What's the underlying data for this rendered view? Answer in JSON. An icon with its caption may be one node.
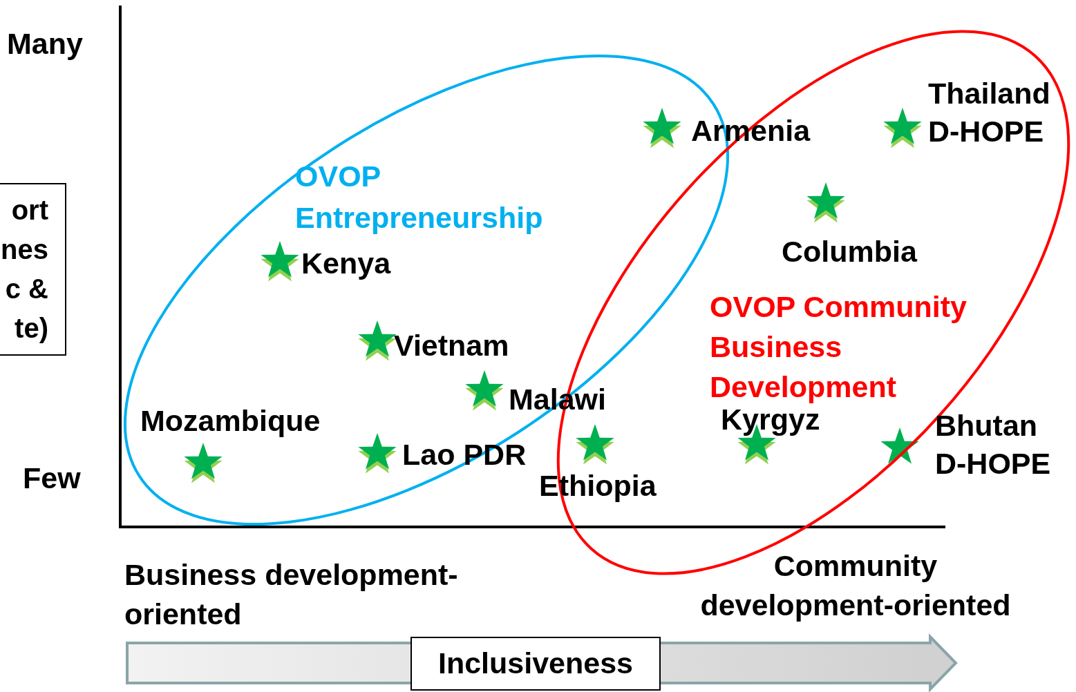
{
  "diagram": {
    "nodes": [
      {
        "text": [
          "ort nes c & te)"
        ]
      },
      {
        "text": [
          "OVOP Entrepreneurship"
        ]
      },
      {
        "text": [
          "OVOP Community Business Development"
        ]
      },
      {
        "text": [
          "Inclusiveness"
        ]
      }
    ],
    "edges": [],
    "labels": [
      "Many",
      "Thailand D-HOPE",
      "Armenia",
      "Columbia",
      "Kenya",
      "Vietnam",
      "Malawi",
      "Mozambique",
      "Kyrgyz",
      "Bhutan D-HOPE",
      "Lao PDR",
      "Few",
      "Ethiopia",
      "Community development-oriented",
      "Business development-oriented"
    ]
  }
}
